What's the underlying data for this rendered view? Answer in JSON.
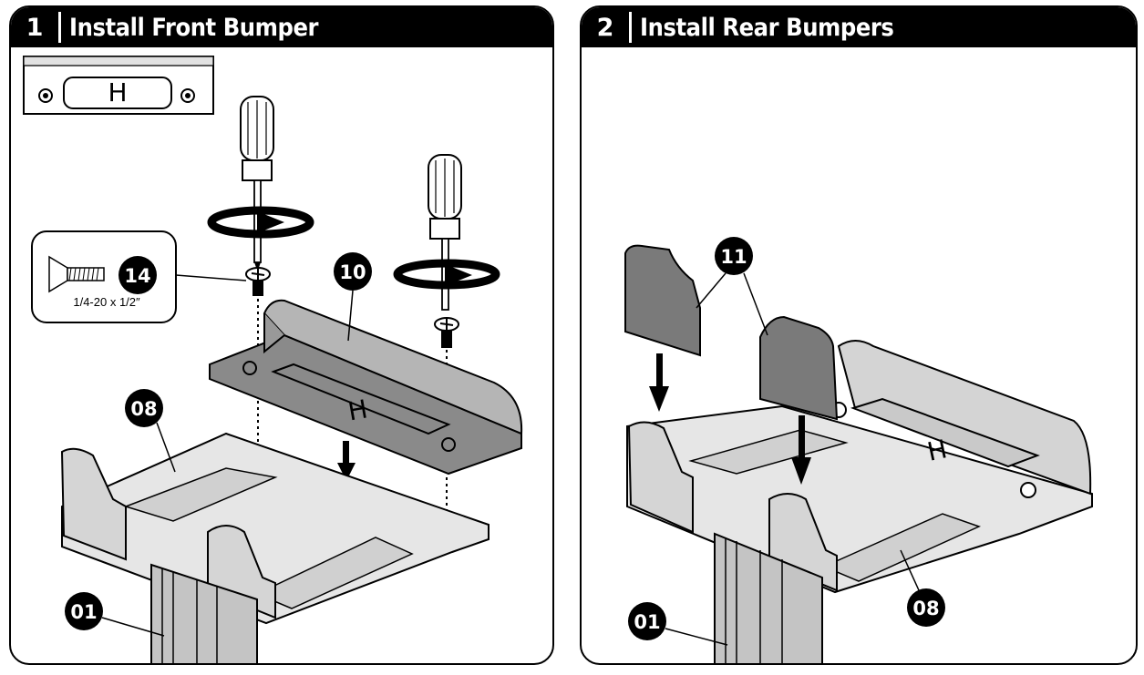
{
  "steps": [
    {
      "number": "1",
      "title": "Install Front Bumper",
      "label_tag": "H",
      "hardware": {
        "part": "14",
        "size": "1/4-20 x 1/2″"
      },
      "callouts": [
        "14",
        "10",
        "08",
        "01"
      ],
      "bracket_letter": "H"
    },
    {
      "number": "2",
      "title": "Install Rear Bumpers",
      "callouts": [
        "11",
        "08",
        "01"
      ],
      "bracket_letter": "H"
    }
  ],
  "colors": {
    "frame": "#000000",
    "part_fill": "#c9c9c9",
    "bumper_fill": "#7a7a7a",
    "background": "#ffffff"
  },
  "icons": [
    "screwdriver-icon",
    "rotation-arrow-icon",
    "down-arrow-icon",
    "screw-icon"
  ]
}
